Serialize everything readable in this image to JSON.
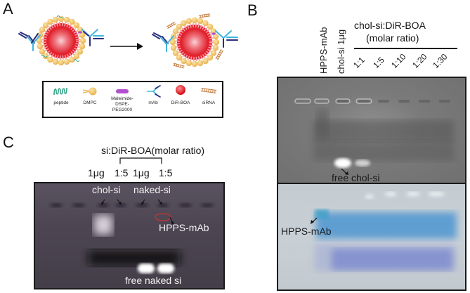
{
  "figure": {
    "panels": {
      "A": {
        "letter": "A",
        "legend": [
          {
            "icon": "peptide-icon",
            "label": "peptide"
          },
          {
            "icon": "dmpc-icon",
            "label": "DMPC"
          },
          {
            "icon": "maleimide-icon",
            "label": "Maleimide-\nDSPE-\nPEG2000",
            "lines": [
              "Maleimide-",
              "DSPE-",
              "PEG2000"
            ]
          },
          {
            "icon": "mab-icon",
            "label": "mAb"
          },
          {
            "icon": "dir-boa-icon",
            "label": "DiR-BOA"
          },
          {
            "icon": "sirna-icon",
            "label": "siRNA"
          }
        ],
        "colors": {
          "core": "#e8323c",
          "core_center": "#f6c8cf",
          "lipid": "#f1c46a",
          "mab_light": "#3fb6e0",
          "mab_dark": "#2b2f7a",
          "peptide": "#3aa58a",
          "maleimide": "#b14fd0",
          "sirna": "#c57a3c"
        }
      },
      "B": {
        "letter": "B",
        "lane_labels_vertical": [
          "HPPS-mAb",
          "chol-si 1μg"
        ],
        "group_title_line1": "chol-si:DiR-BOA",
        "group_title_line2": "(molar ratio)",
        "ratio_labels": [
          "1:1",
          "1:5",
          "1:10",
          "1:20",
          "1:30"
        ],
        "top_gel_annotation": "free chol-si",
        "bottom_gel_annotation": "HPPS-mAb",
        "lane_count": 8
      },
      "C": {
        "letter": "C",
        "group_title": "si:DiR-BOA(molar ratio)",
        "lane_labels": [
          "1μg",
          "1:5",
          "1μg",
          "1:5"
        ],
        "gel_annotations": {
          "chol_si": "chol-si",
          "naked_si": "naked-si",
          "hpps_mab": "HPPS-mAb",
          "free_naked_si": "free naked si"
        },
        "lane_count": 8
      }
    }
  }
}
